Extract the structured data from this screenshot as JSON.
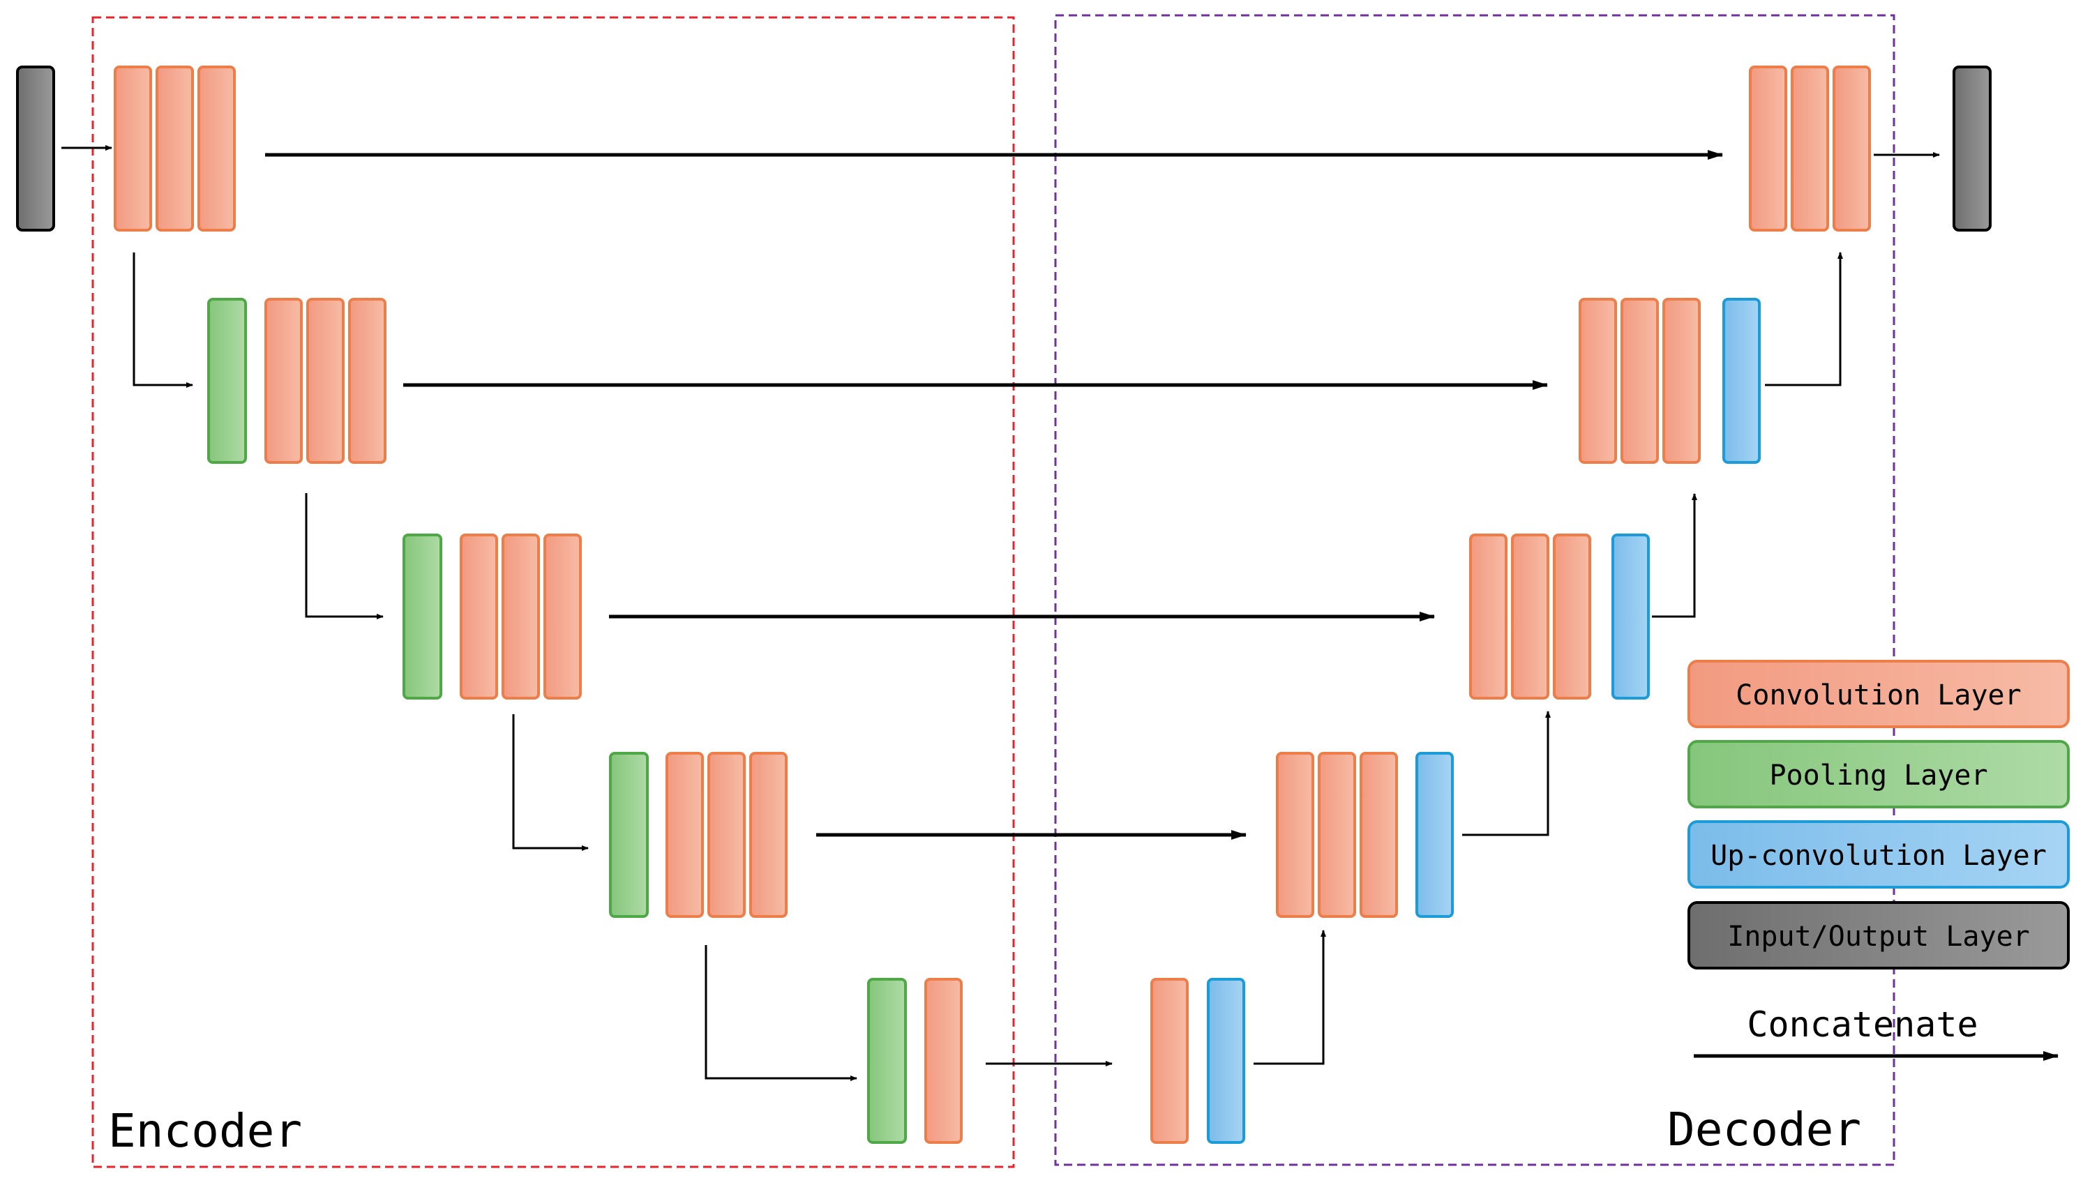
{
  "sections": {
    "encoder_label": "Encoder",
    "decoder_label": "Decoder"
  },
  "legend": {
    "convolution": "Convolution Layer",
    "pooling": "Pooling Layer",
    "upconvolution": "Up-convolution Layer",
    "io": "Input/Output Layer",
    "concatenate": "Concatenate"
  },
  "colors": {
    "conv_fill": "#f4a98f",
    "conv_stroke": "#ed7d49",
    "pool_fill": "#97cf8e",
    "pool_stroke": "#4ea845",
    "upconv_fill": "#8ec6ee",
    "upconv_stroke": "#1b9bd8",
    "io_fill": "#808080",
    "io_stroke": "#000000",
    "encoder_border": "#e8232a",
    "decoder_border": "#7030a0",
    "arrow": "#000000"
  }
}
